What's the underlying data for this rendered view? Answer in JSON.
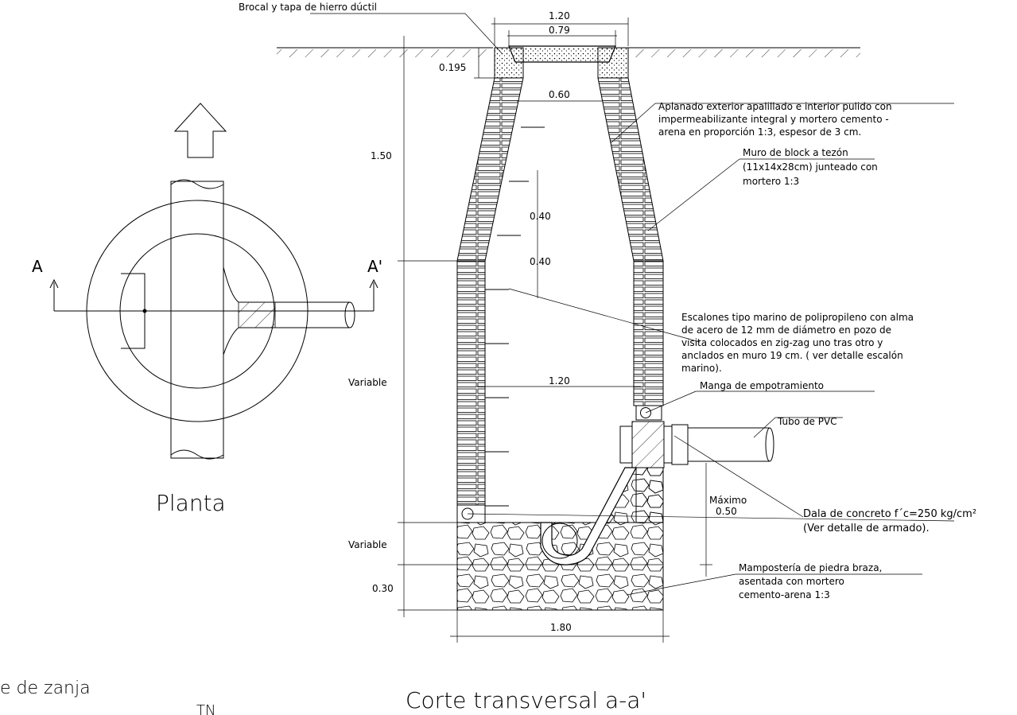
{
  "section": {
    "title": "Corte transversal a-a'",
    "dims": {
      "top_width": "1.20",
      "cover_width": "0.79",
      "neck_height": "0.195",
      "inner_top": "0.60",
      "cone_height": "1.50",
      "step_spacing_1": "0.40",
      "step_spacing_2": "0.40",
      "inner_width": "1.20",
      "shaft_height": "Variable",
      "base_height": "Variable",
      "base_thickness": "0.30",
      "base_width": "1.80",
      "max_label": "Máximo",
      "max_value": "0.50"
    },
    "notes": {
      "brocal": "Brocal y tapa  de hierro dúctil",
      "aplanado": [
        "Aplanado exterior apalillado e interior pulido con",
        "impermeabilizante integral y mortero cemento -",
        "arena en proporción 1:3, espesor de  3 cm."
      ],
      "muro": [
        "Muro de block a tezón",
        "(11x14x28cm) junteado con",
        "mortero 1:3"
      ],
      "escalones": [
        "Escalones tipo marino de polipropileno con alma",
        "de acero de 12 mm de diámetro en pozo de",
        "visita colocados en zig-zag uno tras otro y",
        "anclados en muro 19 cm. ( ver detalle escalón",
        "marino)."
      ],
      "manga": "Manga de empotramiento",
      "tubo": "Tubo de PVC",
      "dala": [
        "Dala de concreto f´c=250 kg/cm²",
        "(Ver detalle de armado)."
      ],
      "mamposteria": [
        "Mampostería de piedra braza,",
        "asentada con mortero",
        "cemento-arena 1:3"
      ]
    }
  },
  "plan": {
    "title": "Planta",
    "label_a": "A",
    "label_a_prime": "A'"
  },
  "footer": {
    "left_text": "e de zanja",
    "tn": "TN"
  }
}
